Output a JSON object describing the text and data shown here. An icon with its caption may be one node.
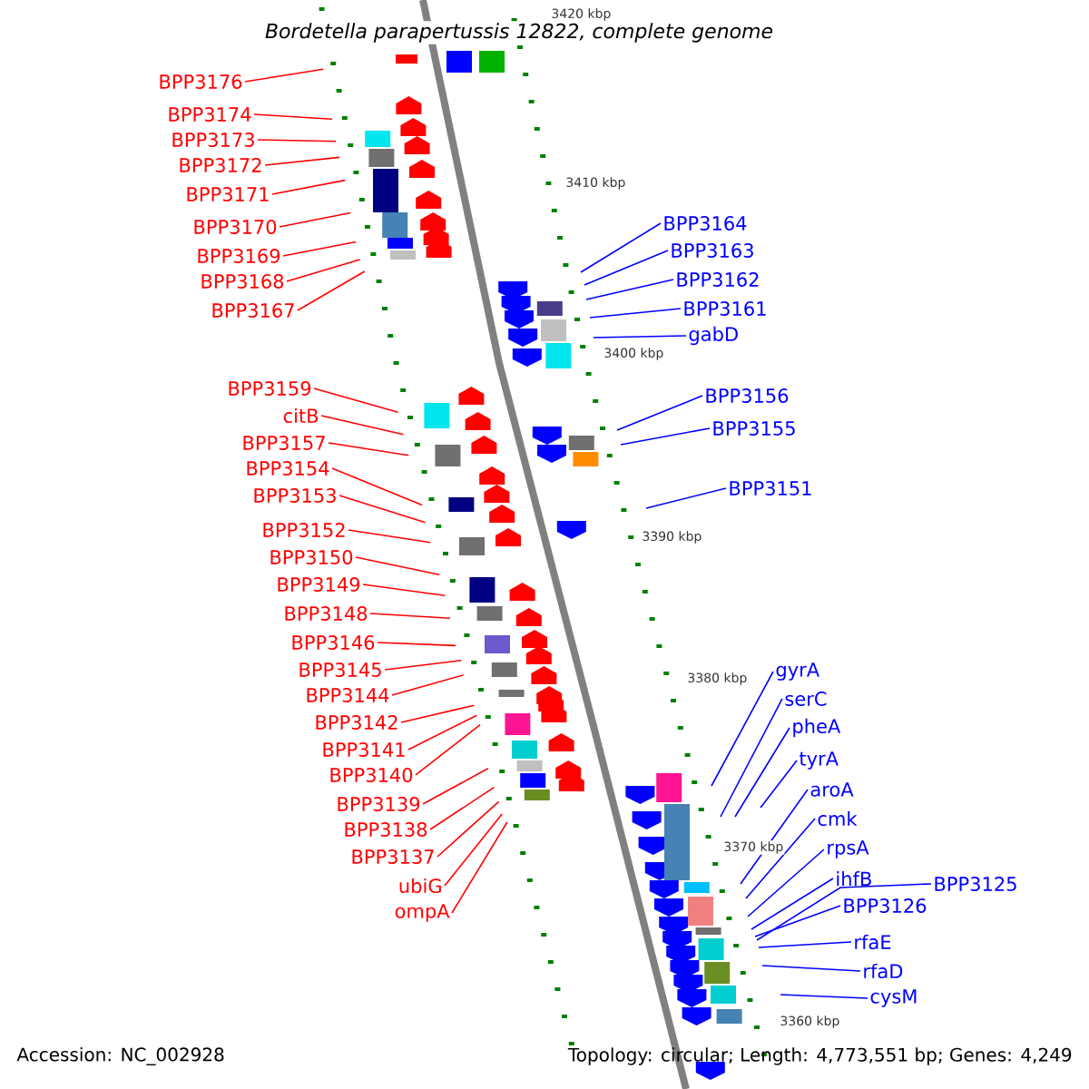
{
  "diagram": {
    "title": "Bordetella parapertussis 12822, complete genome",
    "nodes": [
      {
        "text": [
          "BPP3176"
        ]
      },
      {
        "text": [
          "BPP3174"
        ]
      },
      {
        "text": [
          "BPP3173"
        ]
      },
      {
        "text": [
          "BPP3172"
        ]
      },
      {
        "text": [
          "BPP3171"
        ]
      },
      {
        "text": [
          "BPP3170"
        ]
      },
      {
        "text": [
          "BPP3169"
        ]
      },
      {
        "text": [
          "BPP3168"
        ]
      },
      {
        "text": [
          "BPP3167"
        ]
      },
      {
        "text": [
          "BPP3159"
        ]
      },
      {
        "text": [
          "citB"
        ]
      },
      {
        "text": [
          "BPP3157"
        ]
      },
      {
        "text": [
          "BPP3154"
        ]
      },
      {
        "text": [
          "BPP3153"
        ]
      },
      {
        "text": [
          "BPP3152"
        ]
      },
      {
        "text": [
          "BPP3150"
        ]
      },
      {
        "text": [
          "BPP3149"
        ]
      },
      {
        "text": [
          "BPP3148"
        ]
      },
      {
        "text": [
          "BPP3146"
        ]
      },
      {
        "text": [
          "BPP3145"
        ]
      },
      {
        "text": [
          "BPP3144"
        ]
      },
      {
        "text": [
          "BPP3142"
        ]
      },
      {
        "text": [
          "BPP3141"
        ]
      },
      {
        "text": [
          "BPP3140"
        ]
      },
      {
        "text": [
          "BPP3139"
        ]
      },
      {
        "text": [
          "BPP3138"
        ]
      },
      {
        "text": [
          "BPP3137"
        ]
      },
      {
        "text": [
          "ubiG"
        ]
      },
      {
        "text": [
          "ompA"
        ]
      },
      {
        "text": [
          "BPP3164"
        ]
      },
      {
        "text": [
          "BPP3163"
        ]
      },
      {
        "text": [
          "BPP3162"
        ]
      },
      {
        "text": [
          "BPP3161"
        ]
      },
      {
        "text": [
          "gabD"
        ]
      },
      {
        "text": [
          "BPP3156"
        ]
      },
      {
        "text": [
          "BPP3155"
        ]
      },
      {
        "text": [
          "BPP3151"
        ]
      },
      {
        "text": [
          "gyrA"
        ]
      },
      {
        "text": [
          "serC"
        ]
      },
      {
        "text": [
          "pheA"
        ]
      },
      {
        "text": [
          "tyrA"
        ]
      },
      {
        "text": [
          "aroA"
        ]
      },
      {
        "text": [
          "cmk"
        ]
      },
      {
        "text": [
          "rpsA"
        ]
      },
      {
        "text": [
          "ihfB"
        ]
      },
      {
        "text": [
          "BPP3126"
        ]
      },
      {
        "text": [
          "BPP3125"
        ]
      },
      {
        "text": [
          "rfaE"
        ]
      },
      {
        "text": [
          "rfaD"
        ]
      },
      {
        "text": [
          "cysM"
        ]
      }
    ],
    "edges": [
      {
        "from": 0,
        "to": null,
        "arrow": "none"
      },
      {
        "from": 1,
        "to": null,
        "arrow": "none"
      },
      {
        "from": 2,
        "to": null,
        "arrow": "none"
      },
      {
        "from": 3,
        "to": null,
        "arrow": "none"
      },
      {
        "from": 4,
        "to": null,
        "arrow": "none"
      },
      {
        "from": 5,
        "to": null,
        "arrow": "none"
      },
      {
        "from": 6,
        "to": null,
        "arrow": "none"
      },
      {
        "from": 7,
        "to": null,
        "arrow": "none"
      },
      {
        "from": 8,
        "to": null,
        "arrow": "none"
      },
      {
        "from": 9,
        "to": null,
        "arrow": "none"
      },
      {
        "from": 10,
        "to": null,
        "arrow": "none"
      },
      {
        "from": 11,
        "to": null,
        "arrow": "none"
      },
      {
        "from": 12,
        "to": null,
        "arrow": "none"
      },
      {
        "from": 13,
        "to": null,
        "arrow": "none"
      },
      {
        "from": 14,
        "to": null,
        "arrow": "none"
      },
      {
        "from": 15,
        "to": null,
        "arrow": "none"
      },
      {
        "from": 16,
        "to": null,
        "arrow": "none"
      },
      {
        "from": 17,
        "to": null,
        "arrow": "none"
      },
      {
        "from": 18,
        "to": null,
        "arrow": "none"
      },
      {
        "from": 19,
        "to": null,
        "arrow": "none"
      },
      {
        "from": 20,
        "to": null,
        "arrow": "none"
      },
      {
        "from": 21,
        "to": null,
        "arrow": "none"
      },
      {
        "from": 22,
        "to": null,
        "arrow": "none"
      },
      {
        "from": 23,
        "to": null,
        "arrow": "none"
      },
      {
        "from": 24,
        "to": null,
        "arrow": "none"
      },
      {
        "from": 25,
        "to": null,
        "arrow": "none"
      },
      {
        "from": 26,
        "to": null,
        "arrow": "none"
      },
      {
        "from": 27,
        "to": null,
        "arrow": "none"
      },
      {
        "from": 28,
        "to": null,
        "arrow": "none"
      },
      {
        "from": 29,
        "to": null,
        "arrow": "none",
        "color": "#0000ff"
      },
      {
        "from": 30,
        "to": null,
        "arrow": "none",
        "color": "#0000ff"
      },
      {
        "from": 31,
        "to": null,
        "arrow": "none",
        "color": "#0000ff"
      },
      {
        "from": 32,
        "to": null,
        "arrow": "none",
        "color": "#0000ff"
      },
      {
        "from": 33,
        "to": null,
        "arrow": "none",
        "color": "#0000ff"
      },
      {
        "from": 34,
        "to": null,
        "arrow": "none",
        "color": "#0000ff"
      },
      {
        "from": 35,
        "to": null,
        "arrow": "none",
        "color": "#0000ff"
      },
      {
        "from": 36,
        "to": null,
        "arrow": "none",
        "color": "#0000ff"
      },
      {
        "from": 37,
        "to": null,
        "arrow": "none",
        "color": "#0000ff"
      },
      {
        "from": 38,
        "to": null,
        "arrow": "none",
        "color": "#0000ff"
      },
      {
        "from": 39,
        "to": null,
        "arrow": "none",
        "color": "#0000ff"
      },
      {
        "from": 40,
        "to": null,
        "arrow": "none",
        "color": "#0000ff"
      },
      {
        "from": 41,
        "to": null,
        "arrow": "none",
        "color": "#0000ff"
      },
      {
        "from": 42,
        "to": null,
        "arrow": "none",
        "color": "#0000ff"
      },
      {
        "from": 43,
        "to": null,
        "arrow": "none",
        "color": "#0000ff"
      },
      {
        "from": 44,
        "to": null,
        "arrow": "none",
        "color": "#0000ff"
      },
      {
        "from": 45,
        "to": null,
        "arrow": "none",
        "color": "#0000ff"
      },
      {
        "from": 46,
        "to": null,
        "arrow": "none",
        "color": "#0000ff"
      },
      {
        "from": 47,
        "to": null,
        "arrow": "none",
        "color": "#0000ff"
      },
      {
        "from": 48,
        "to": null,
        "arrow": "none",
        "color": "#0000ff"
      },
      {
        "from": 49,
        "to": null,
        "arrow": "none",
        "color": "#0000ff"
      }
    ],
    "labels": [
      "3420 kbp",
      "3410 kbp",
      "3400 kbp",
      "3390 kbp",
      "3380 kbp",
      "3370 kbp",
      "3360 kbp",
      "Accession: NC_002928",
      "Topology: circular; Length: 4,773,551 bp; Genes: 4,249"
    ]
  }
}
